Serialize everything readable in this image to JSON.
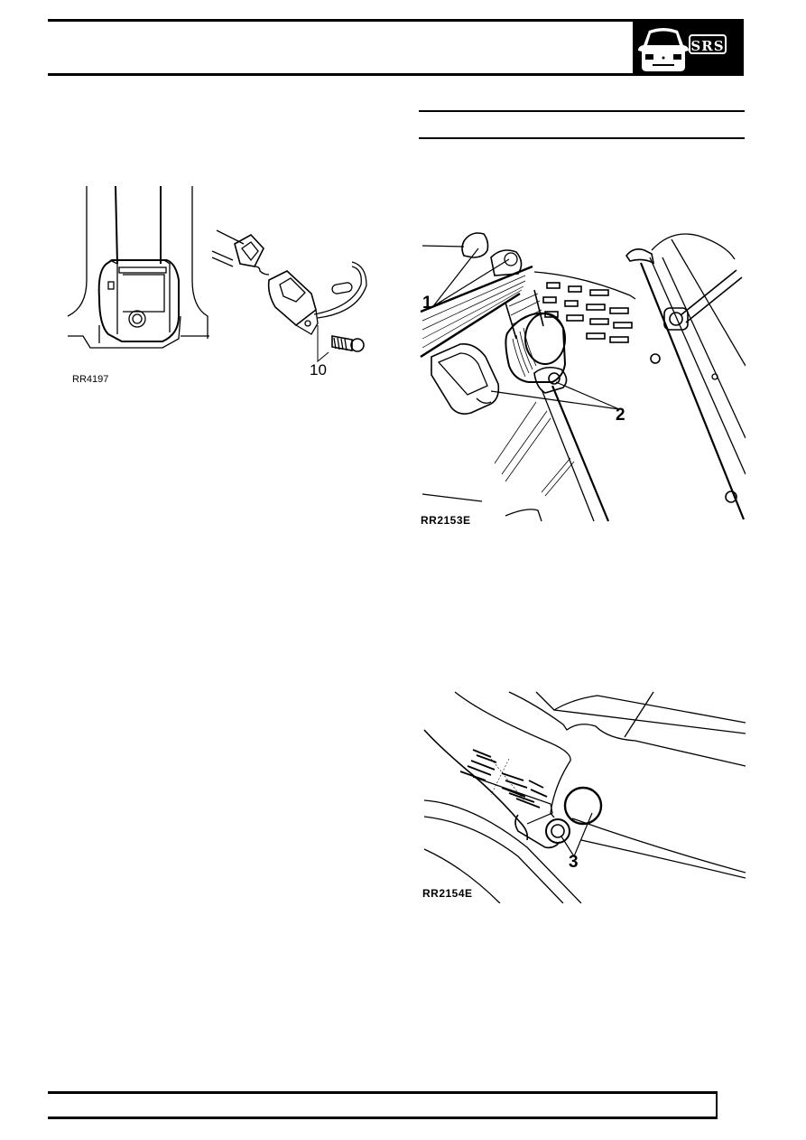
{
  "header": {
    "badge_icon": "srs-car-icon",
    "badge_label": "SRS",
    "colors": {
      "badge_bg": "#000000",
      "badge_fg": "#ffffff",
      "rule": "#000000"
    }
  },
  "figures": [
    {
      "id": "fig-left",
      "code": "RR4197",
      "callouts": [
        "10"
      ],
      "subject": "seat belt buckle and retractor guide with bolt"
    },
    {
      "id": "fig-right-top",
      "code": "RR2153E",
      "callouts": [
        "1",
        "2"
      ],
      "subject": "seat belt retractor reel mounting"
    },
    {
      "id": "fig-right-bottom",
      "code": "RR2154E",
      "callouts": [
        "3"
      ],
      "subject": "seat belt lower anchor bolt and cap"
    }
  ],
  "footer": {
    "text": ""
  }
}
